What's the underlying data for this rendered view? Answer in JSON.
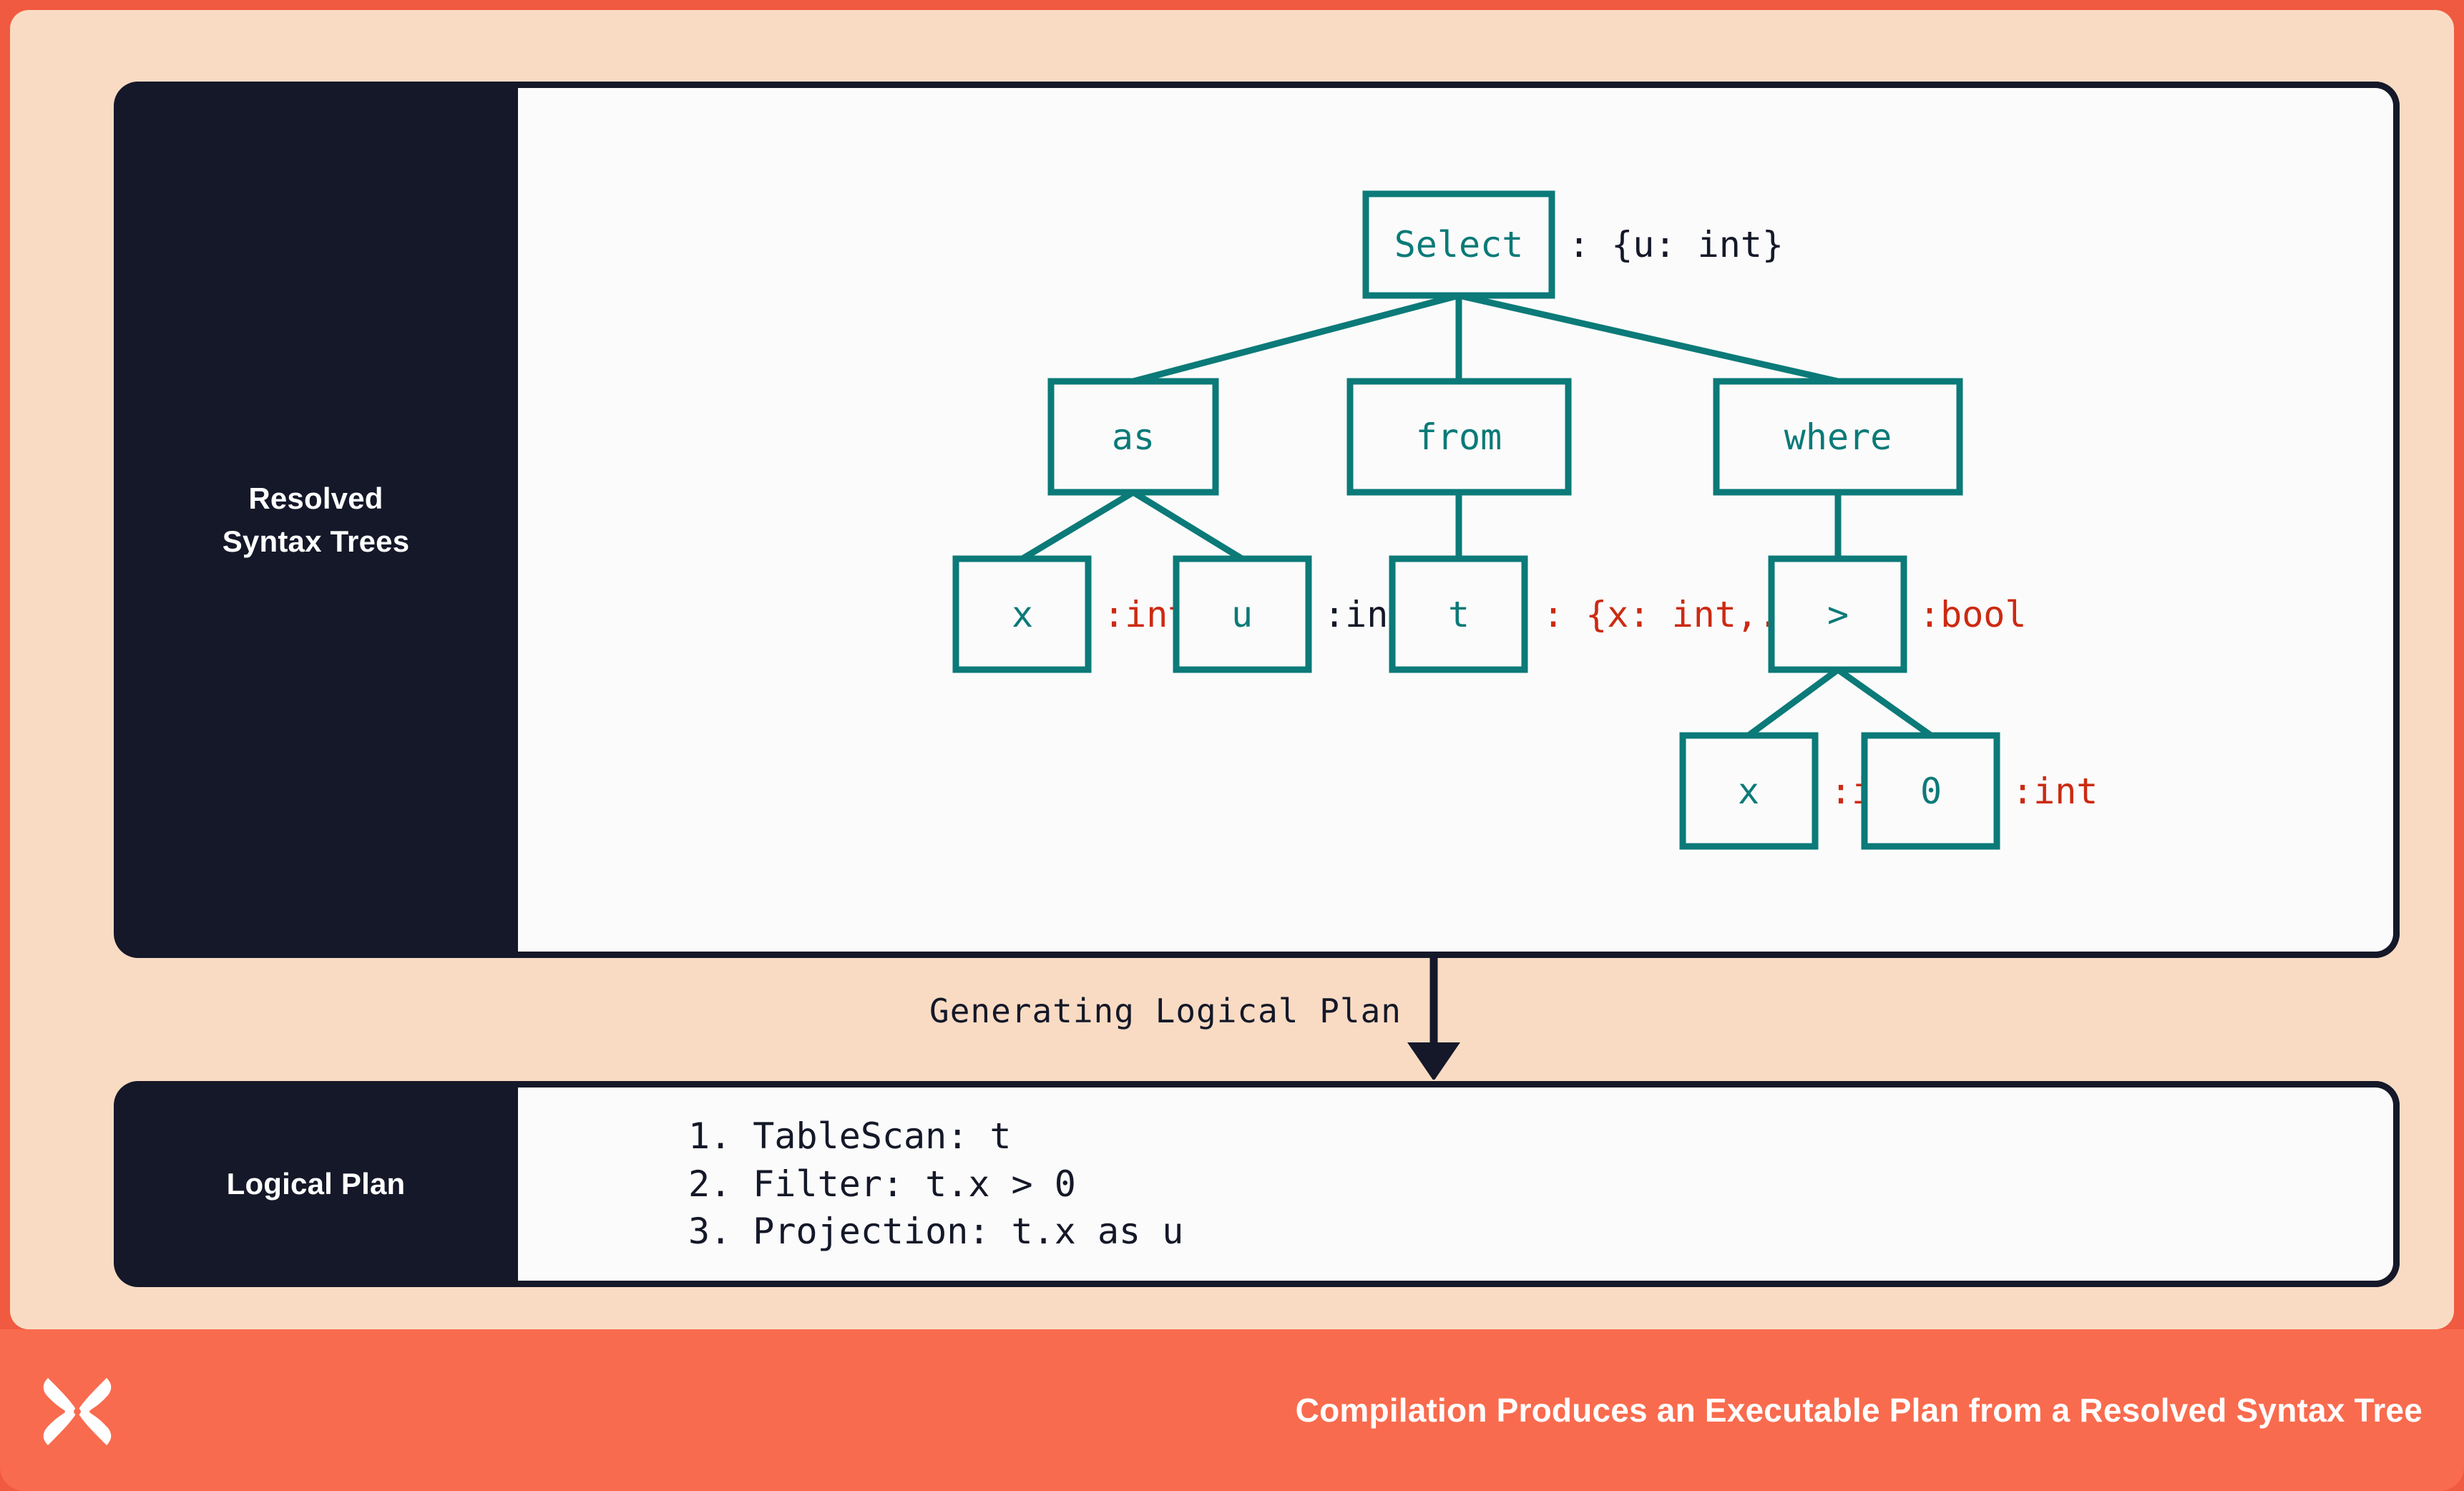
{
  "colors": {
    "frame_orange": "#F05A40",
    "footer_orange": "#F96B4E",
    "canvas_peach": "#F9DBC4",
    "panel_dark": "#141828",
    "panel_white": "#FBFBFB",
    "node_teal": "#0B7A78",
    "type_red": "#CC2A12",
    "text_white": "#FFFFFF"
  },
  "sections": {
    "rst": {
      "label_line1": "Resolved",
      "label_line2": "Syntax Trees"
    },
    "logical_plan": {
      "label": "Logical Plan",
      "steps": [
        "1. TableScan: t",
        "2. Filter: t.x > 0",
        "3. Projection: t.x as u"
      ]
    }
  },
  "transition": {
    "label": "Generating Logical Plan"
  },
  "tree": {
    "nodes": [
      {
        "id": "select",
        "label": "Select",
        "annotation": ": {u: int}",
        "annotation_color": "dark"
      },
      {
        "id": "as",
        "label": "as",
        "annotation": "",
        "annotation_color": "none"
      },
      {
        "id": "from",
        "label": "from",
        "annotation": "",
        "annotation_color": "none"
      },
      {
        "id": "where",
        "label": "where",
        "annotation": "",
        "annotation_color": "none"
      },
      {
        "id": "as-x",
        "label": "x",
        "annotation": ":int",
        "annotation_color": "red"
      },
      {
        "id": "as-u",
        "label": "u",
        "annotation": ":int",
        "annotation_color": "dark"
      },
      {
        "id": "from-t",
        "label": "t",
        "annotation": ": {x: int,...}",
        "annotation_color": "red"
      },
      {
        "id": "gt",
        "label": ">",
        "annotation": ":bool",
        "annotation_color": "red"
      },
      {
        "id": "gt-x",
        "label": "x",
        "annotation": ":int",
        "annotation_color": "red"
      },
      {
        "id": "gt-0",
        "label": "0",
        "annotation": ":int",
        "annotation_color": "red"
      }
    ],
    "edges": [
      {
        "from": "select",
        "to": "as"
      },
      {
        "from": "select",
        "to": "from"
      },
      {
        "from": "select",
        "to": "where"
      },
      {
        "from": "as",
        "to": "as-x"
      },
      {
        "from": "as",
        "to": "as-u"
      },
      {
        "from": "from",
        "to": "from-t"
      },
      {
        "from": "where",
        "to": "gt"
      },
      {
        "from": "gt",
        "to": "gt-x"
      },
      {
        "from": "gt",
        "to": "gt-0"
      }
    ]
  },
  "footer": {
    "caption": "Compilation Produces an Executable Plan from a Resolved Syntax Tree",
    "logo_name": "butterfly-logo"
  }
}
